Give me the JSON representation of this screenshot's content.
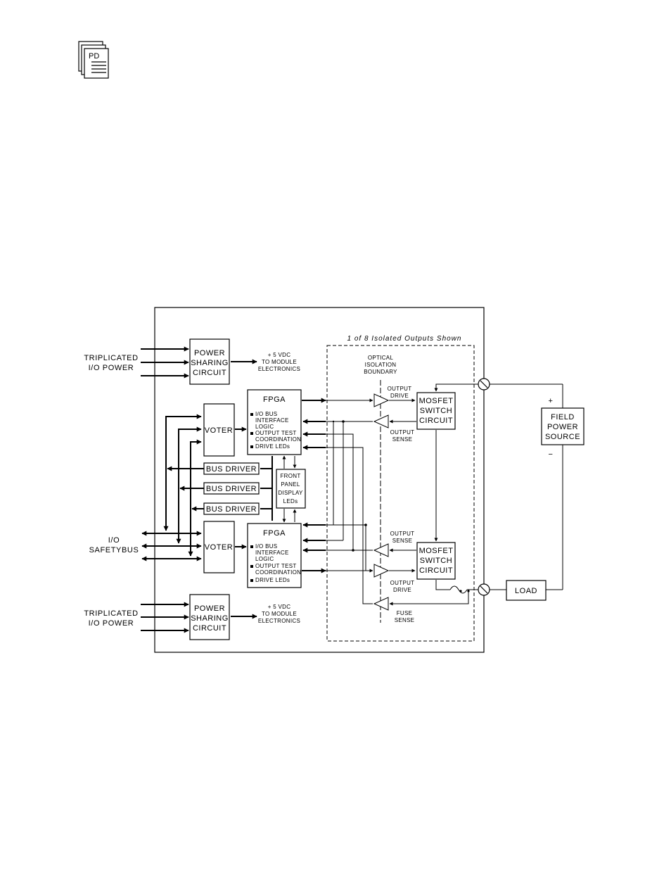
{
  "icon": {
    "name": "pdf-document-icon",
    "letters": "PD"
  },
  "diagram": {
    "left_labels": {
      "power_top": [
        "TRIPLICATED",
        "I/O POWER"
      ],
      "safetybus": [
        "I/O",
        "SAFETYBUS"
      ],
      "power_bottom": [
        "TRIPLICATED",
        "I/O POWER"
      ]
    },
    "blocks": {
      "power_top": [
        "POWER",
        "SHARING",
        "CIRCUIT"
      ],
      "power_bottom": [
        "POWER",
        "SHARING",
        "CIRCUIT"
      ],
      "voter_top": "VOTER",
      "voter_bottom": "VOTER",
      "bus_drivers": [
        "BUS DRIVER",
        "BUS DRIVER",
        "BUS DRIVER"
      ],
      "fpga_top": {
        "title": "FPGA",
        "items": [
          "I/O BUS",
          "INTERFACE",
          "LOGIC",
          "OUTPUT TEST",
          "COORDINATION",
          "DRIVE LEDs"
        ]
      },
      "fpga_bottom": {
        "title": "FPGA",
        "items": [
          "I/O BUS",
          "INTERFACE",
          "LOGIC",
          "OUTPUT TEST",
          "COORDINATION",
          "DRIVE LEDs"
        ]
      },
      "front_panel": [
        "FRONT",
        "PANEL",
        "DISPLAY",
        "LEDs"
      ],
      "mosfet_top": [
        "MOSFET",
        "SWITCH",
        "CIRCUIT"
      ],
      "mosfet_bottom": [
        "MOSFET",
        "SWITCH",
        "CIRCUIT"
      ],
      "field_power": [
        "FIELD",
        "POWER",
        "SOURCE"
      ],
      "load": "LOAD"
    },
    "annotations": {
      "vdc_top": [
        "+ 5 VDC",
        "TO MODULE",
        "ELECTRONICS"
      ],
      "vdc_bottom": [
        "+ 5 VDC",
        "TO MODULE",
        "ELECTRONICS"
      ],
      "isolated_title": "1 of 8 Isolated Outputs Shown",
      "optical": [
        "OPTICAL",
        "ISOLATION",
        "BOUNDARY"
      ],
      "output_drive_top": [
        "OUTPUT",
        "DRIVE"
      ],
      "output_sense_top": [
        "OUTPUT",
        "SENSE"
      ],
      "output_sense_bottom": [
        "OUTPUT",
        "SENSE"
      ],
      "output_drive_bottom": [
        "OUTPUT",
        "DRIVE"
      ],
      "fuse_sense": [
        "FUSE",
        "SENSE"
      ],
      "plus": "+",
      "minus": "−"
    }
  }
}
